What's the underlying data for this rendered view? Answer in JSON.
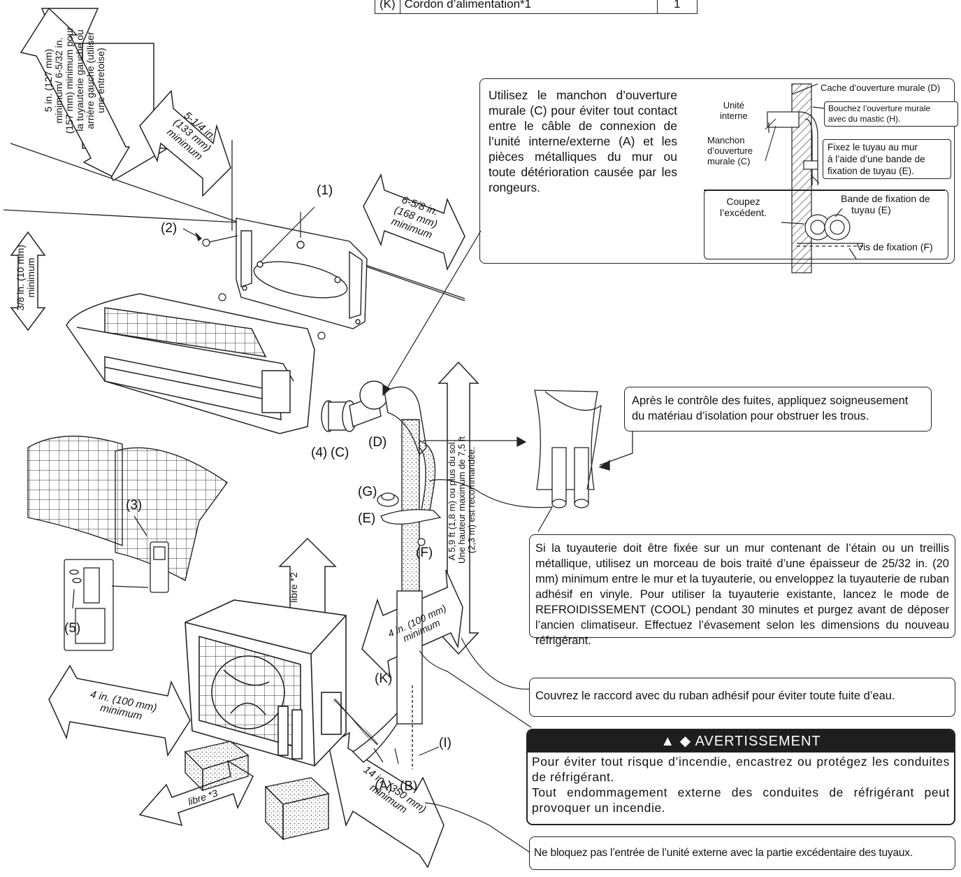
{
  "parts_table": {
    "code": "(K)",
    "name": "Cordon d’alimentation*1",
    "qty": "1"
  },
  "clearance_top_left": [
    "5 in. (127 mm)",
    "minimum/ 6-5/32 in.",
    "(157 mm) minimum pour",
    "la tuyauterie gauche ou",
    "arrière gauche (utiliser",
    "une entretoise)"
  ],
  "clearance_top": [
    "5-1/4 in.",
    "(133 mm)",
    "minimum"
  ],
  "clearance_right": [
    "6-5/8 in.",
    "(168 mm)",
    "minimum"
  ],
  "clearance_ceiling": [
    "3/8 in. (10 mm)",
    "minimum"
  ],
  "clearance_height": [
    "A 5,9 ft (1,8 m) ou plus du sol.",
    "Une hauteur maximum de 7,5 ft",
    "(2,3 m) est recommandée."
  ],
  "clearance_outdoor_top": "libre *2",
  "clearance_outdoor_front": [
    "4 in. (100 mm)",
    "minimum"
  ],
  "clearance_outdoor_left": [
    "4 in. (100 mm)",
    "minimum"
  ],
  "clearance_outdoor_bottom": "libre *3",
  "clearance_outdoor_right": [
    "14 in. (350 mm)",
    "minimum"
  ],
  "labels": {
    "l1": "(1)",
    "l2": "(2)",
    "l3": "(3)",
    "l4": "(4)",
    "l5": "(5)",
    "lC": "(C)",
    "lD": "(D)",
    "lG": "(G)",
    "lE": "(E)",
    "lF": "(F)",
    "lK": "(K)",
    "lI": "(I)",
    "lA": "(A)",
    "lB": "(B)"
  },
  "sleeve_box": {
    "text": "Utilisez le manchon d’ouverture murale (C) pour éviter tout contact entre le câble de connexion de l’unité interne/externe (A) et les pièces métalliques du mur ou toute détérioration causée par les rongeurs.",
    "cover_label": "Cache d’ouverture murale (D)",
    "unit_label": [
      "Unité",
      "interne"
    ],
    "sleeve_label": [
      "Manchon",
      "d’ouverture",
      "murale (C)"
    ],
    "mastic_note": [
      "Bouchez l’ouverture murale",
      "avec du mastic (H)."
    ],
    "band_note": [
      "Fixez le tuyau au mur",
      "à l’aide d’une bande de",
      "fixation de tuyau (E)."
    ],
    "cut_label": [
      "Coupez",
      "l’excédent."
    ],
    "band_label": [
      "Bande de fixation de",
      "tuyau (E)"
    ],
    "screw_label": "Vis de fixation (F)"
  },
  "insulation_note": "Après le contrôle des fuites, appliquez soigneusement du matériau d’isolation pour obstruer les trous.",
  "piping_note": "Si la tuyauterie doit être fixée sur un mur contenant de l’étain ou un treillis métallique, utilisez un morceau de bois traité d’une épaisseur de 25/32 in. (20 mm) minimum entre le mur et la tuyauterie, ou enveloppez la tuyauterie de ruban adhésif en vinyle. Pour utiliser la tuyauterie existante, lancez le mode de REFROIDISSEMENT (COOL) pendant 30 minutes et purgez avant de déposer l’ancien climatiseur. Effectuez l’évasement selon les dimensions du nouveau réfrigérant.",
  "tape_note": "Couvrez le raccord avec du ruban adhésif pour éviter toute fuite d’eau.",
  "warning": {
    "title": "AVERTISSEMENT",
    "line1": "Pour éviter tout risque d’incendie, encastrez ou protégez les conduites de réfrigérant.",
    "line2": "Tout endommagement externe des conduites de réfrigérant peut provoquer un incendie."
  },
  "intake_note": "Ne bloquez pas l’entrée de l’unité externe avec la partie excédentaire des tuyaux."
}
